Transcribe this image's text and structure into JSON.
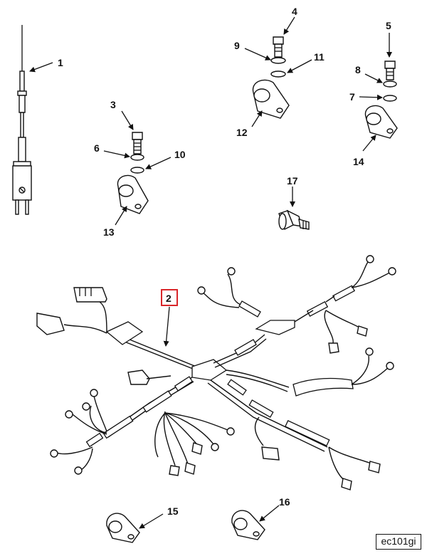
{
  "callouts": {
    "c1": "1",
    "c2": "2",
    "c3": "3",
    "c4": "4",
    "c5": "5",
    "c6": "6",
    "c7": "7",
    "c8": "8",
    "c9": "9",
    "c10": "10",
    "c11": "11",
    "c12": "12",
    "c13": "13",
    "c14": "14",
    "c15": "15",
    "c16": "16",
    "c17": "17"
  },
  "highlight_color": "#d9262a",
  "figure_id": "ec101gi"
}
